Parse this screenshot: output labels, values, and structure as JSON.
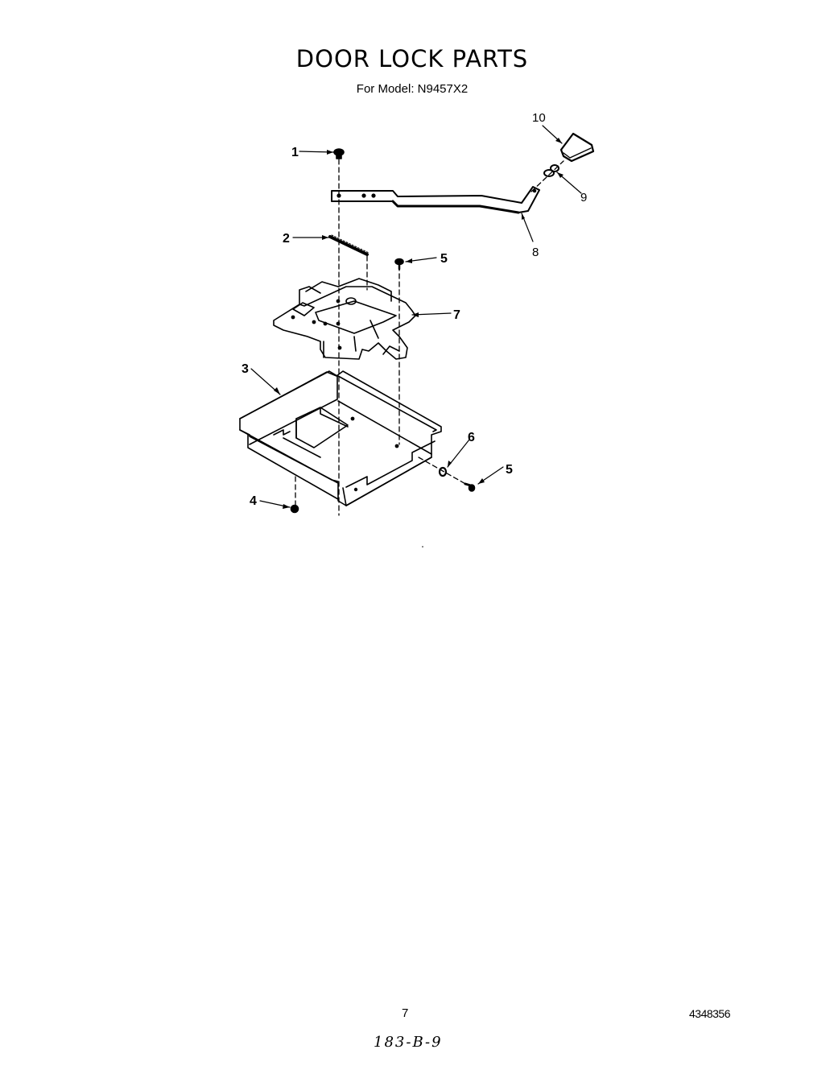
{
  "header": {
    "title": "DOOR LOCK PARTS",
    "subtitle": "For Model: N9457X2"
  },
  "diagram": {
    "callouts": [
      {
        "id": "1",
        "label": "1",
        "part": "screw"
      },
      {
        "id": "2",
        "label": "2",
        "part": "spring"
      },
      {
        "id": "3",
        "label": "3",
        "part": "lock-housing-tray"
      },
      {
        "id": "4",
        "label": "4",
        "part": "nut"
      },
      {
        "id": "5a",
        "label": "5",
        "part": "screw"
      },
      {
        "id": "5b",
        "label": "5",
        "part": "screw"
      },
      {
        "id": "6",
        "label": "6",
        "part": "washer"
      },
      {
        "id": "7",
        "label": "7",
        "part": "door-lock-assembly"
      },
      {
        "id": "8",
        "label": "8",
        "part": "lock-lever-arm"
      },
      {
        "id": "9",
        "label": "9",
        "part": "spacer"
      },
      {
        "id": "10",
        "label": "10",
        "part": "handle-knob"
      }
    ]
  },
  "footer": {
    "page_number": "7",
    "document_number": "4348356",
    "handwritten_note": "183-B-9"
  }
}
